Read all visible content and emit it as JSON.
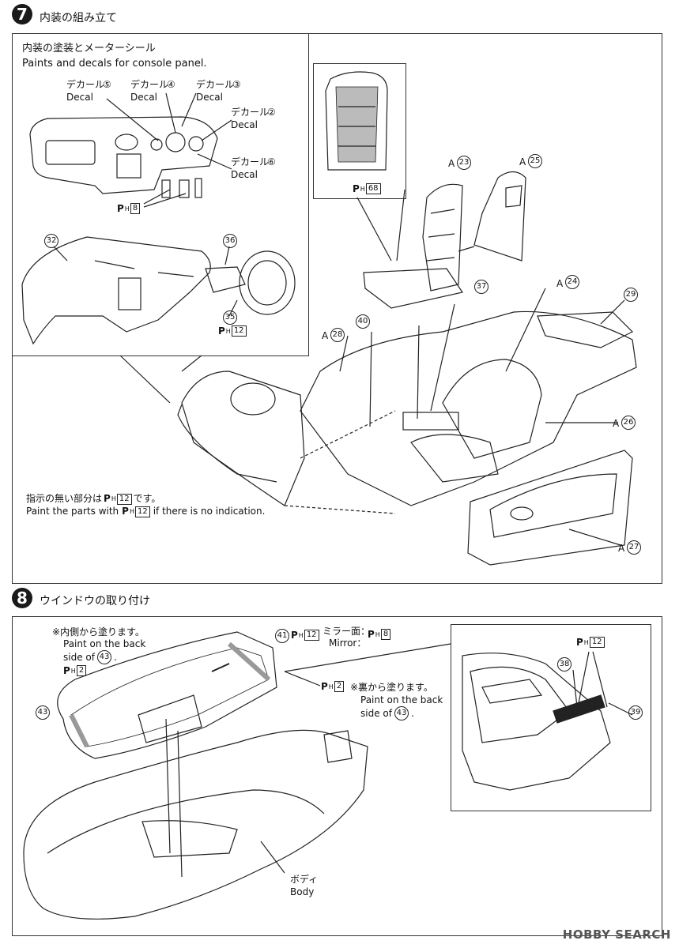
{
  "step7": {
    "number": "7",
    "title": "内装の組み立て",
    "inset_title_jp": "内装の塗装とメーターシール",
    "inset_title_en": "Paints and decals for console panel.",
    "decals": [
      {
        "jp": "デカール",
        "en": "Decal",
        "num": "⑤"
      },
      {
        "jp": "デカール",
        "en": "Decal",
        "num": "④"
      },
      {
        "jp": "デカール",
        "en": "Decal",
        "num": "③"
      },
      {
        "jp": "デカール",
        "en": "Decal",
        "num": "②"
      },
      {
        "jp": "デカール",
        "en": "Decal",
        "num": "⑥"
      }
    ],
    "ph8": "8",
    "ph12": "12",
    "ph68": "68",
    "parts": {
      "p32": "32",
      "p36": "36",
      "p35": "35",
      "p23": "23",
      "p25": "25",
      "p24": "24",
      "p29": "29",
      "p37": "37",
      "p40": "40",
      "p28": "28",
      "p26": "26",
      "p27": "27"
    },
    "prefix_a": "A",
    "note_jp": "指示の無い部分は",
    "note_jp_end": "です。",
    "note_en_start": "Paint the parts with",
    "note_en_end": "if there is no indication."
  },
  "step8": {
    "number": "8",
    "title": "ウインドウの取り付け",
    "inside_jp": "※内側から塗ります。",
    "inside_en1": "Paint on the back",
    "inside_en2": "side of",
    "ph2": "2",
    "mirror_jp": "ミラー面：",
    "mirror_en": "Mirror：",
    "back_jp": "※裏から塗ります。",
    "back_en1": "Paint on the back",
    "back_en2": "side of",
    "parts": {
      "p43": "43",
      "p41": "41",
      "p38": "38",
      "p39": "39"
    },
    "body_jp": "ボディ",
    "body_en": "Body"
  },
  "watermark": "HOBBY SEARCH"
}
